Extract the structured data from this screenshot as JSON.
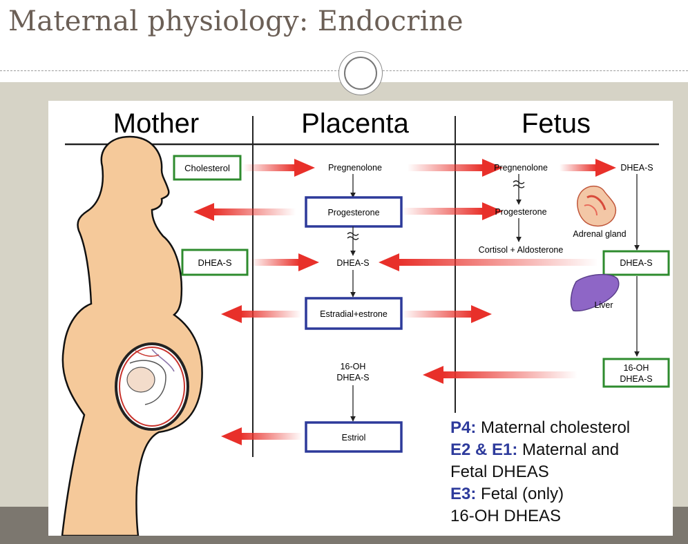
{
  "slide": {
    "title": "Maternal physiology: Endocrine"
  },
  "columns": {
    "mother": "Mother",
    "placenta": "Placenta",
    "fetus": "Fetus"
  },
  "mother": {
    "cholesterol": "Cholesterol",
    "dheas": "DHEA-S"
  },
  "placenta": {
    "pregnenolone": "Pregnenolone",
    "progesterone": "Progesterone",
    "dheas": "DHEA-S",
    "estradiol_estrone": "Estradial+estrone",
    "oh_dheas_line1": "16-OH",
    "oh_dheas_line2": "DHEA-S",
    "estriol": "Estriol"
  },
  "fetus": {
    "pregnenolone": "Pregnenolone",
    "dheas_top": "DHEA-S",
    "progesterone": "Progesterone",
    "adrenal_gland": "Adrenal gland",
    "cortisol_aldosterone": "Cortisol + Aldosterone",
    "dheas_box": "DHEA-S",
    "liver": "Liver",
    "oh_dheas_line1": "16-OH",
    "oh_dheas_line2": "DHEA-S"
  },
  "legend": [
    {
      "key": "P4:",
      "text": " Maternal cholesterol"
    },
    {
      "key": "E2 & E1:",
      "text": "  Maternal and"
    },
    {
      "key": "",
      "text": "Fetal DHEAS"
    },
    {
      "key": "E3:",
      "text": "  Fetal (only)"
    },
    {
      "key": "",
      "text": "16-OH DHEAS"
    }
  ],
  "colors": {
    "arrow_red": "#e8302a",
    "box_green": "#2e8b2e",
    "box_blue": "#2d3a9a",
    "skin": "#f5c99a"
  }
}
